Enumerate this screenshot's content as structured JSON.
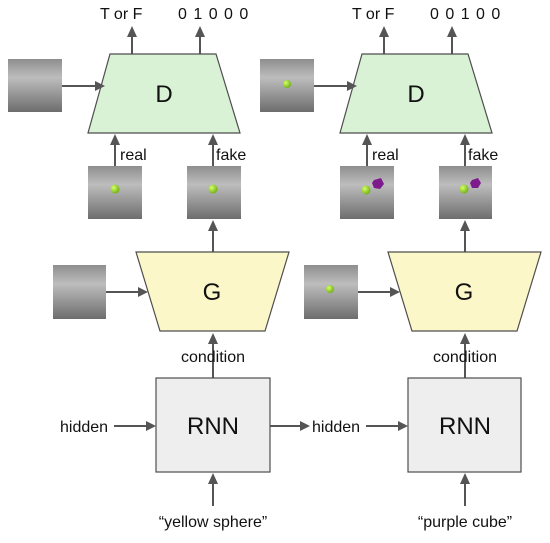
{
  "panels": [
    {
      "id": "left",
      "discriminator": {
        "label": "D",
        "output_left": "T or F",
        "output_right": "0 1 0 0 0",
        "input_real": "real",
        "input_fake": "fake"
      },
      "generator": {
        "label": "G"
      },
      "condition_label": "condition",
      "rnn": {
        "label": "RNN",
        "hidden_in": "hidden"
      },
      "caption": "“yellow sphere”"
    },
    {
      "id": "right",
      "discriminator": {
        "label": "D",
        "output_left": "T or F",
        "output_right": "0 0 1 0 0",
        "input_real": "real",
        "input_fake": "fake"
      },
      "generator": {
        "label": "G"
      },
      "condition_label": "condition",
      "rnn": {
        "label": "RNN",
        "hidden_in": "hidden"
      },
      "caption": "“purple cube”"
    }
  ],
  "colors": {
    "discriminator_fill": "#d9f2d5",
    "generator_fill": "#fcf7c8",
    "rnn_fill": "#eeeeee",
    "arrow": "#555555",
    "sphere": "#8ed11c",
    "cube": "#7d1a8c"
  }
}
